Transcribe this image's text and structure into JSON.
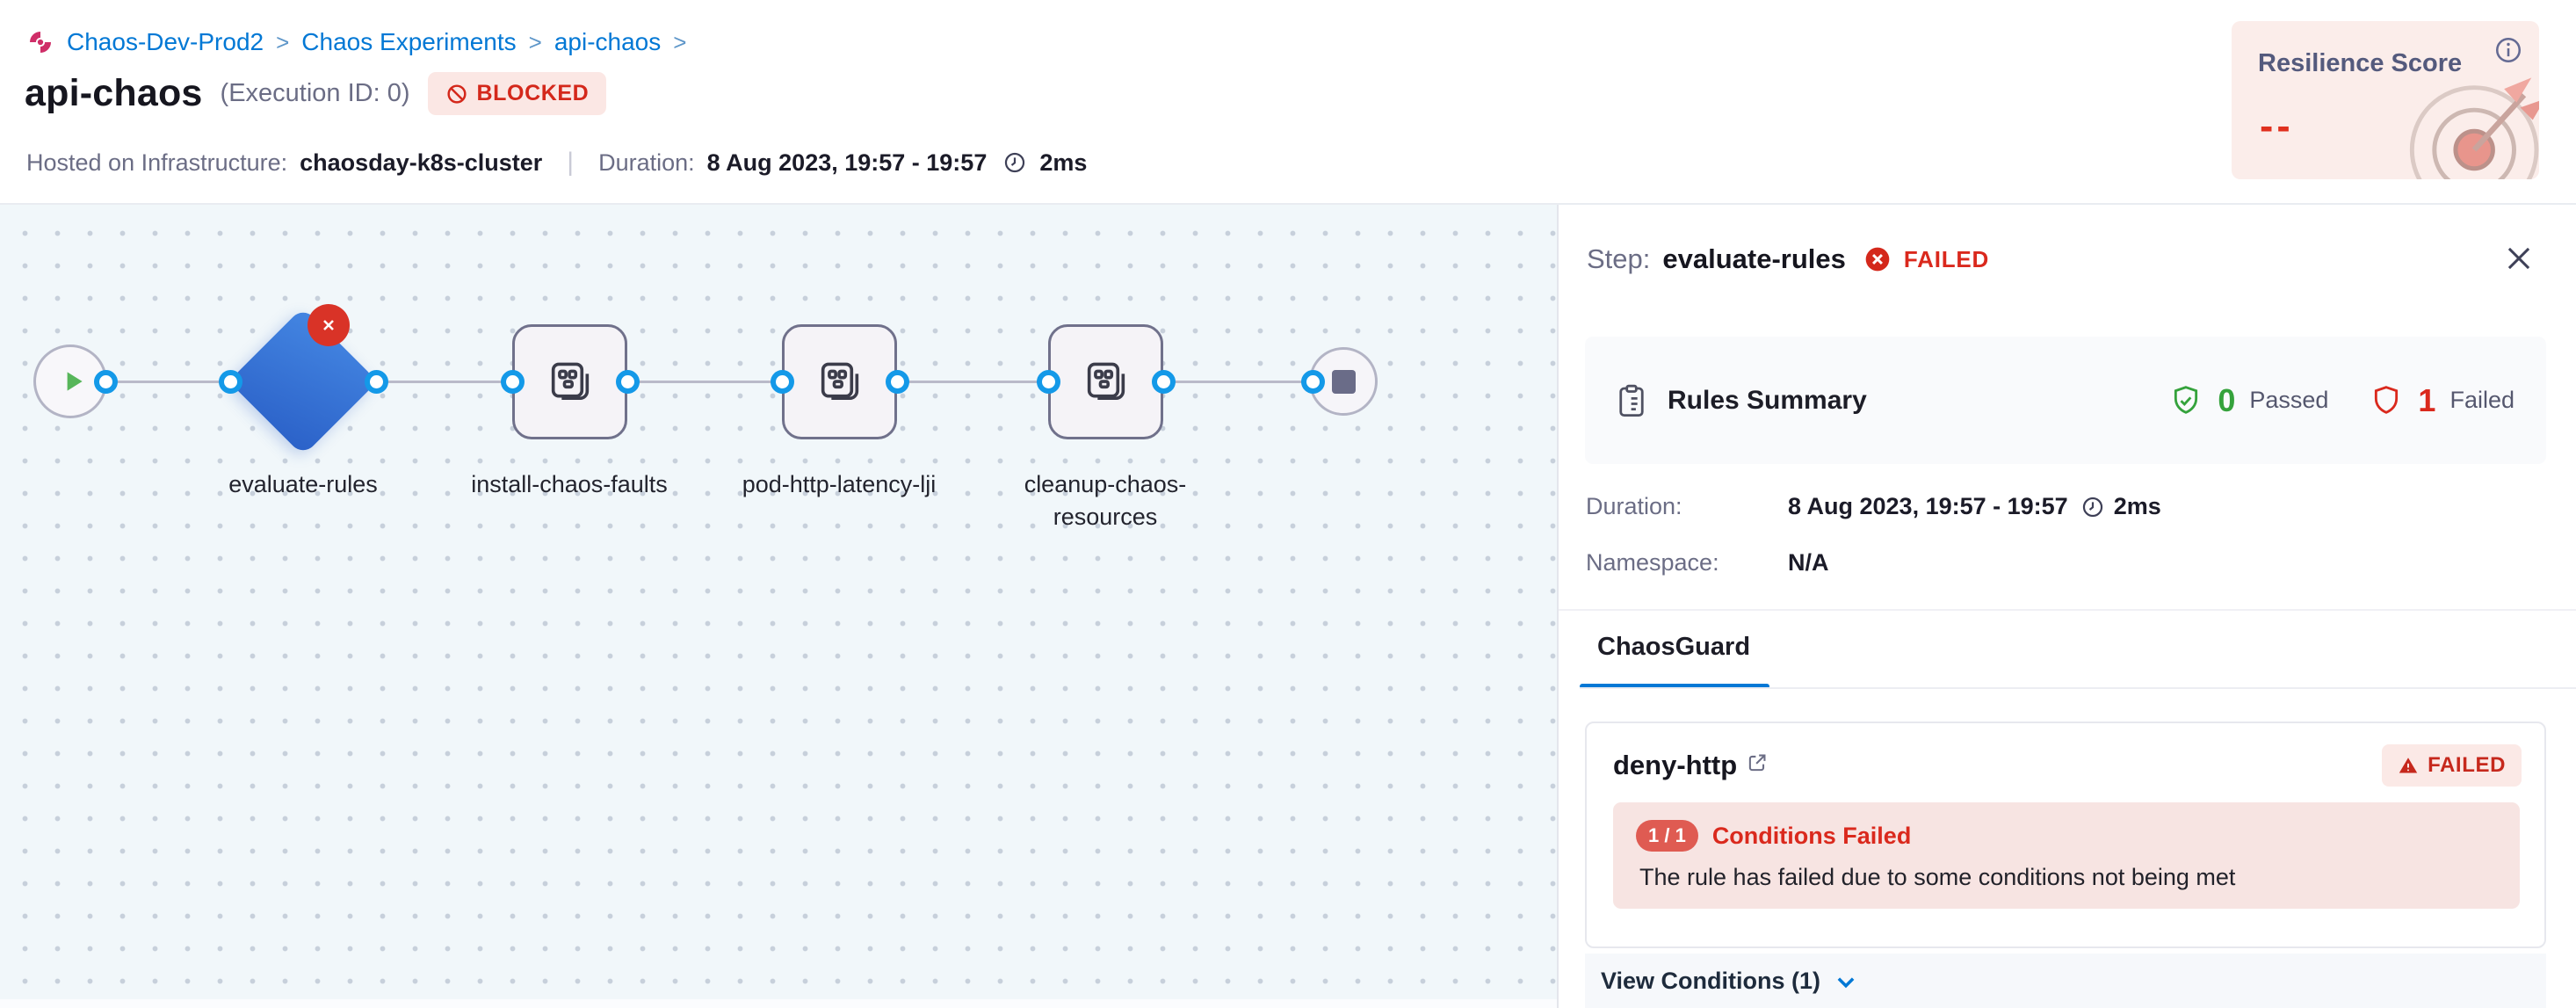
{
  "breadcrumb": {
    "items": [
      "Chaos-Dev-Prod2",
      "Chaos Experiments",
      "api-chaos"
    ],
    "separator": ">"
  },
  "header": {
    "title": "api-chaos",
    "execution_id": "(Execution ID: 0)",
    "status_badge": "BLOCKED",
    "infra_label": "Hosted on Infrastructure:",
    "infra_value": "chaosday-k8s-cluster",
    "duration_label": "Duration:",
    "duration_value": "8 Aug 2023, 19:57 - 19:57",
    "elapsed": "2ms"
  },
  "resilience_card": {
    "title": "Resilience Score",
    "value": "--"
  },
  "pipeline": {
    "nodes": [
      {
        "id": "start",
        "type": "start"
      },
      {
        "id": "evaluate-rules",
        "label": "evaluate-rules",
        "type": "guard",
        "status": "failed"
      },
      {
        "id": "install-chaos-faults",
        "label": "install-chaos-faults",
        "type": "step"
      },
      {
        "id": "pod-http-latency-lji",
        "label": "pod-http-latency-lji",
        "type": "step"
      },
      {
        "id": "cleanup-chaos-resources",
        "label": "cleanup-chaos-resources",
        "type": "step"
      },
      {
        "id": "end",
        "type": "end"
      }
    ]
  },
  "panel": {
    "step_label": "Step:",
    "step_name": "evaluate-rules",
    "step_status": "FAILED",
    "rules_summary": {
      "title": "Rules Summary",
      "passed_count": "0",
      "passed_label": "Passed",
      "failed_count": "1",
      "failed_label": "Failed"
    },
    "duration_label": "Duration:",
    "duration_value": "8 Aug 2023, 19:57 - 19:57",
    "elapsed": "2ms",
    "namespace_label": "Namespace:",
    "namespace_value": "N/A",
    "active_tab": "ChaosGuard",
    "rule_card": {
      "name": "deny-http",
      "status_badge": "FAILED",
      "conditions_ratio": "1 / 1",
      "conditions_title": "Conditions Failed",
      "conditions_description": "The rule has failed due to some conditions not being met",
      "footer_action": "View Conditions (1)"
    }
  },
  "icons": {
    "chaos_module": "pinwheel",
    "blocked": "no-entry-circle",
    "clock": "clock-face",
    "resilience_info": "info-circle",
    "guard_node": "shield-check",
    "step_node": "step-group",
    "passed": "shield-check",
    "failed": "shield-outline",
    "rules_summary": "clipboard",
    "rule_link": "external-link",
    "rule_failed": "warning-triangle",
    "footer_expand": "chevron-down"
  },
  "colors": {
    "link_blue": "#0278D5",
    "accent_blue": "#1499E8",
    "failed_red": "#DA291D",
    "passed_green": "#35A23C",
    "badge_bg_red": "#FBE7E4",
    "alert_bg": "#F7E4E2",
    "canvas_bg": "#F1F7FA",
    "node_blue": "#3370D3",
    "resilience_bg": "#FBEDEA"
  }
}
